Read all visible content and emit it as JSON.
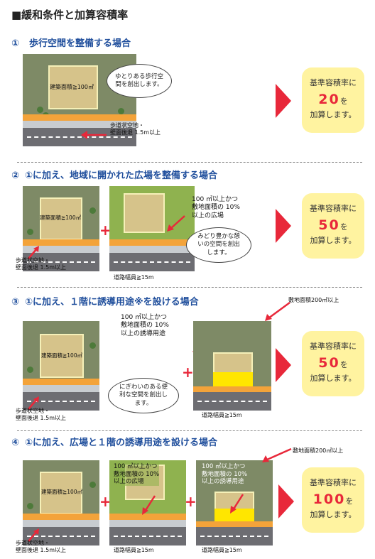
{
  "title": "■緩和条件と加算容積率",
  "sections": [
    {
      "number": "①",
      "heading": "歩行空間を整備する場合",
      "bubble": "ゆとりある歩行空間を創出します。",
      "floor_area_label": "建築面積≧100㎡",
      "setback_label_1": "歩道状空地・",
      "setback_label_2": "壁面後退 1.5m以上",
      "result_line1": "基準容積率に",
      "result_value": "20",
      "result_suffix": "を",
      "result_line2": "加算します。"
    },
    {
      "number": "②",
      "heading": "①に加え、地域に開かれた広場を整備する場合",
      "floor_area_label": "建築面積≧100㎡",
      "setback_label_1": "歩道状空地・",
      "setback_label_2": "壁面後退 1.5m以上",
      "plaza_label_1": "100 ㎡以上かつ",
      "plaza_label_2": "敷地面積の 10%",
      "plaza_label_3": "以上の広場",
      "road_label": "道路幅員≧15m",
      "bubble": "みどり豊かな憩いの空間を創出します。",
      "result_line1": "基準容積率に",
      "result_value": "50",
      "result_suffix": "を",
      "result_line2": "加算します。"
    },
    {
      "number": "③",
      "heading": "①に加え、１階に誘導用途※を設ける場合",
      "site_area_label": "敷地面積200㎡以上",
      "floor_area_label": "建築面積≧100㎡",
      "setback_label_1": "歩道状空地・",
      "setback_label_2": "壁面後退 1.5m以上",
      "use_label_1": "100 ㎡以上かつ",
      "use_label_2": "敷地面積の 10%",
      "use_label_3": "以上の誘導用途",
      "road_label": "道路幅員≧15m",
      "bubble": "にぎわいのある便利な空間を創出します。",
      "result_line1": "基準容積率に",
      "result_value": "50",
      "result_suffix": "を",
      "result_line2": "加算します。"
    },
    {
      "number": "④",
      "heading": "①に加え、広場と１階の誘導用途を設ける場合",
      "site_area_label": "敷地面積200㎡以上",
      "floor_area_label": "建築面積≧100㎡",
      "setback_label_1": "歩道状空地・",
      "setback_label_2": "壁面後退 1.5m以上",
      "plaza_label_1": "100 ㎡以上かつ",
      "plaza_label_2": "敷地面積の 10%",
      "plaza_label_3": "以上の広場",
      "use_label_1": "100 ㎡以上かつ",
      "use_label_2": "敷地面積の 10%",
      "use_label_3": "以上の誘導用途",
      "road_label": "道路幅員≧15m",
      "result_line1": "基準容積率に",
      "result_value": "100",
      "result_suffix": "を",
      "result_line2": "加算します。"
    }
  ],
  "colors": {
    "heading": "#1f4e9c",
    "accent_red": "#e8283a",
    "result_bg": "#fff3a0",
    "site": "#7e8a66",
    "plaza": "#8fb24f",
    "building": "#d6c38a",
    "inducement_use": "#ffe600",
    "walkway": "#f3a33a"
  }
}
